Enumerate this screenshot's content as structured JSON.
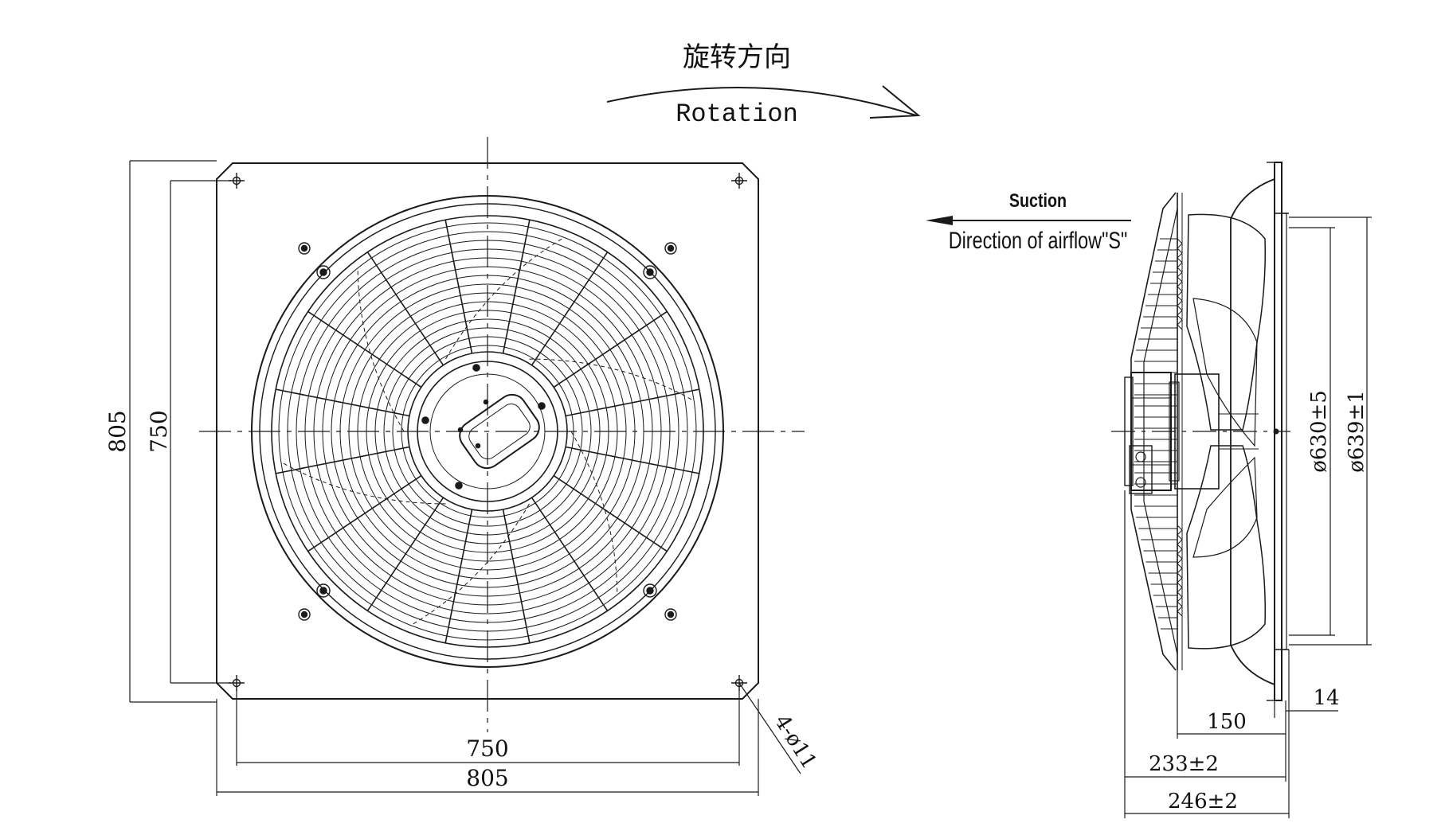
{
  "rotation": {
    "label_cn": "旋转方向",
    "label_en": "Rotation"
  },
  "airflow": {
    "suction": "Suction",
    "direction": "Direction of airflow\"S\""
  },
  "front_view": {
    "dim_height_outer": "805",
    "dim_height_inner": "750",
    "dim_width_inner": "750",
    "dim_width_outer": "805",
    "hole_callout": "4-ø11"
  },
  "side_view": {
    "dim_dia_630": "ø630±5",
    "dim_dia_639": "ø639±1",
    "dim_14": "14",
    "dim_150": "150",
    "dim_233": "233±2",
    "dim_246": "246±2"
  },
  "colors": {
    "line": "#1a1a1a",
    "background": "#ffffff"
  }
}
